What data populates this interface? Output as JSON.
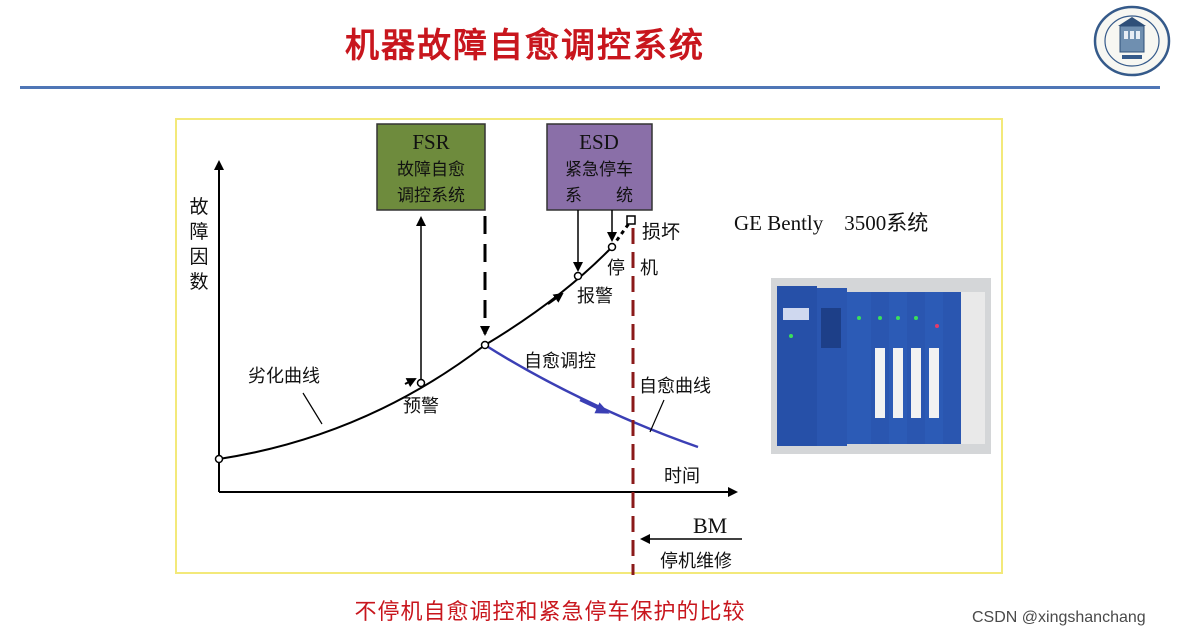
{
  "slide": {
    "title": "机器故障自愈调控系统",
    "caption": "不停机自愈调控和紧急停车保护的比较",
    "watermark": "CSDN @xingshanchang"
  },
  "diagram": {
    "y_axis_label": [
      "故",
      "障",
      "因",
      "数"
    ],
    "x_axis_label": "时间",
    "fsr_box": {
      "line1": "FSR",
      "line2": "故障自愈",
      "line3": "调控系统",
      "color": "#6e8b3d"
    },
    "esd_box": {
      "line1": "ESD",
      "line2": "紧急停车",
      "line3": "系　　统",
      "color": "#8a6fa8"
    },
    "degradation_label": "劣化曲线",
    "warning_label": "预警",
    "self_heal_control_label": "自愈调控",
    "alarm_label": "报警",
    "stop_label_1": "停",
    "stop_label_2": "机",
    "damage_label": "损坏",
    "self_heal_curve_label": "自愈曲线",
    "bm_label": "BM",
    "maintenance_label": "停机维修",
    "system_label": "GE Bently　3500系统",
    "curve_colors": {
      "degradation": "#000000",
      "self_heal": "#3b3fb5",
      "shutdown_line": "#8b1a1a"
    }
  }
}
